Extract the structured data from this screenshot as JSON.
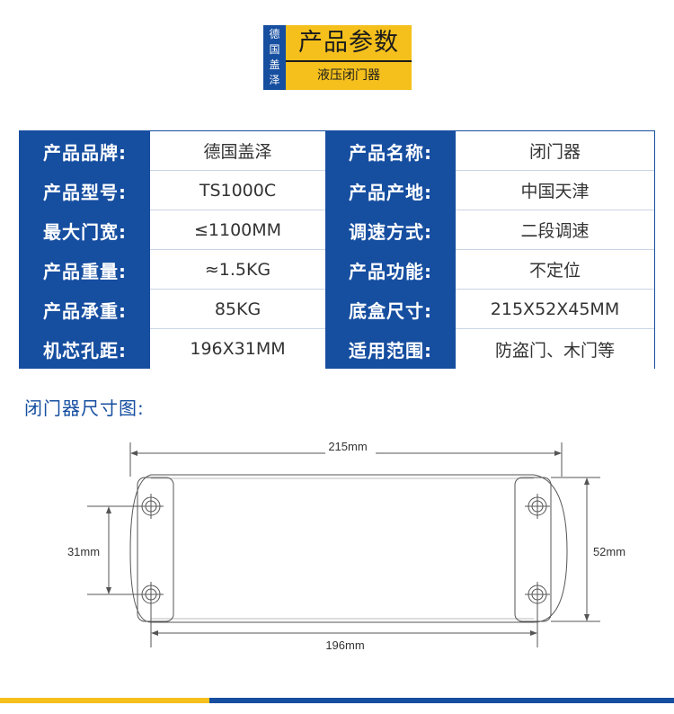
{
  "header": {
    "brand": [
      "德",
      "国",
      "盖",
      "泽"
    ],
    "title": "产品参数",
    "subtitle": "液压闭门器"
  },
  "specs": [
    {
      "label1": "产品品牌:",
      "value1": "德国盖泽",
      "label2": "产品名称:",
      "value2": "闭门器"
    },
    {
      "label1": "产品型号:",
      "value1": "TS1000C",
      "label2": "产品产地:",
      "value2": "中国天津"
    },
    {
      "label1": "最大门宽:",
      "value1": "≤1100MM",
      "label2": "调速方式:",
      "value2": "二段调速"
    },
    {
      "label1": "产品重量:",
      "value1": "≈1.5KG",
      "label2": "产品功能:",
      "value2": "不定位"
    },
    {
      "label1": "产品承重:",
      "value1": "85KG",
      "label2": "底盒尺寸:",
      "value2": "215X52X45MM"
    },
    {
      "label1": "机芯孔距:",
      "value1": "196X31MM",
      "label2": "适用范围:",
      "value2": "防盗门、木门等"
    }
  ],
  "diagram": {
    "section_label": "闭门器尺寸图:",
    "dim_length": "215mm",
    "dim_hole_spacing": "196mm",
    "dim_hole_vertical": "31mm",
    "dim_height": "52mm"
  },
  "colors": {
    "blue": "#164ea0",
    "yellow": "#f5c01c"
  }
}
